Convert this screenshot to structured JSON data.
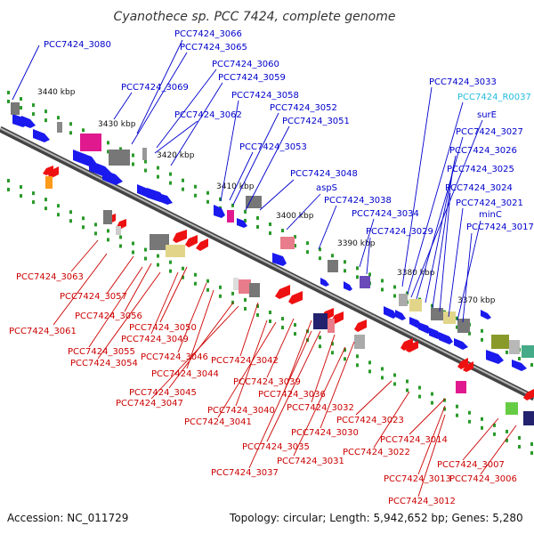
{
  "title": "Cyanothece sp. PCC 7424, complete genome",
  "footer": {
    "accession": "Accession: NC_011729",
    "summary": "Topology: circular; Length: 5,942,652 bp; Genes: 5,280"
  },
  "colors": {
    "forward_label": "#0000cc",
    "reverse_label": "#cc0000",
    "rna_label": "#22bbdd",
    "backbone": "#8c8c8c"
  },
  "scale_labels": [
    "3440 kbp",
    "3430 kbp",
    "3420 kbp",
    "3410 kbp",
    "3400 kbp",
    "3390 kbp",
    "3380 kbp",
    "3370 kbp"
  ],
  "forward_labels": [
    "PCC7424_3080",
    "PCC7424_3066",
    "PCC7424_3065",
    "PCC7424_3069",
    "PCC7424_3060",
    "PCC7424_3059",
    "PCC7424_3058",
    "PCC7424_3062",
    "PCC7424_3052",
    "PCC7424_3051",
    "PCC7424_3053",
    "PCC7424_3048",
    "aspS",
    "PCC7424_3038",
    "PCC7424_3034",
    "PCC7424_3029",
    "PCC7424_3033",
    "surE",
    "PCC7424_3027",
    "PCC7424_3026",
    "PCC7424_3025",
    "PCC7424_3024",
    "PCC7424_3021",
    "minC",
    "PCC7424_3017"
  ],
  "rna_labels": [
    "PCC7424_R0037"
  ],
  "reverse_labels": [
    "PCC7424_3063",
    "PCC7424_3057",
    "PCC7424_3056",
    "PCC7424_3061",
    "PCC7424_3050",
    "PCC7424_3049",
    "PCC7424_3055",
    "PCC7424_3054",
    "PCC7424_3046",
    "PCC7424_3044",
    "PCC7424_3042",
    "PCC7424_3045",
    "PCC7424_3047",
    "PCC7424_3039",
    "PCC7424_3036",
    "PCC7424_3040",
    "PCC7424_3041",
    "PCC7424_3032",
    "PCC7424_3030",
    "PCC7424_3035",
    "PCC7424_3031",
    "PCC7424_3037",
    "PCC7424_3023",
    "PCC7424_3014",
    "PCC7424_3022",
    "PCC7424_3013",
    "PCC7424_3012",
    "PCC7424_3007",
    "PCC7424_3006"
  ]
}
